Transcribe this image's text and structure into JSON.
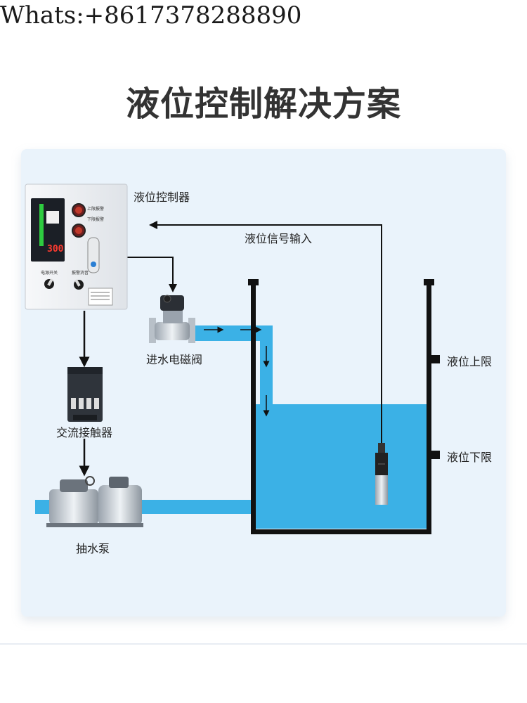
{
  "watermark": "Whats:+8617378288890",
  "title": "液位控制解决方案",
  "labels": {
    "controller": "液位控制器",
    "signal_input": "液位信号输入",
    "solenoid_valve": "进水电磁阀",
    "contactor": "交流接触器",
    "pump": "抽水泵",
    "upper_limit": "液位上限",
    "lower_limit": "液位下限"
  },
  "controller_panel": {
    "display_value": "300",
    "knob_label_left": "电源开关",
    "knob_label_right": "报警消音",
    "lamp_label_top": "上限报警",
    "lamp_label_bottom": "下限报警"
  },
  "colors": {
    "water": "#3bb1e6",
    "tank_wall": "#111111",
    "panel_bg": "#eaf3fb",
    "title": "#333333"
  }
}
